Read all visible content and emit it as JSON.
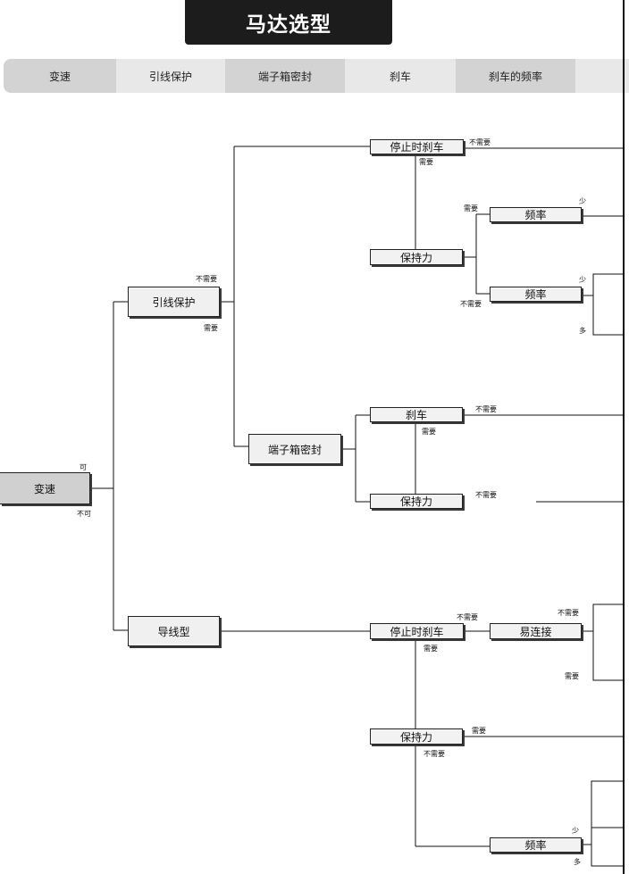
{
  "title": "马达选型",
  "tabs": [
    {
      "label": "变速",
      "bg": "#d3d3d3"
    },
    {
      "label": "引线保护",
      "bg": "#e8e8e8"
    },
    {
      "label": "端子箱密封",
      "bg": "#d3d3d3"
    },
    {
      "label": "刹车",
      "bg": "#e8e8e8"
    },
    {
      "label": "刹车的频率",
      "bg": "#d3d3d3"
    },
    {
      "label": "",
      "bg": "#e8e8e8"
    }
  ],
  "nodes": {
    "biansu": "变速",
    "yinxian_baohu": "引线保护",
    "duanzixiang_mifeng": "端子箱密封",
    "daoxianxing": "导线型",
    "tingzhi_shache_1": "停止时刹车",
    "pinlv_1": "频率",
    "baochili_1": "保持力",
    "pinlv_2": "频率",
    "shache": "刹车",
    "baochili_2": "保持力",
    "tingzhi_shache_2": "停止时刹车",
    "yi_lianjie": "易连接",
    "baochili_3": "保持力",
    "pinlv_3": "频率"
  },
  "labels": {
    "ke": "可",
    "buke": "不可",
    "buxuyao_1": "不需要",
    "xuyao_1": "需要",
    "buxuyao_2": "不需要",
    "xuyao_2": "需要",
    "xuyao_3": "需要",
    "shao_1": "少",
    "buxuyao_3": "不需要",
    "shao_2": "少",
    "duo_1": "多",
    "buxuyao_4": "不需要",
    "xuyao_4": "需要",
    "buxuyao_5": "不需要",
    "buxuyao_6": "不需要",
    "xuyao_5": "需要",
    "buxuyao_7": "不需要",
    "xuyao_6": "需要",
    "xuyao_7": "需要",
    "buxuyao_8": "不需要",
    "shao_3": "少",
    "duo_2": "多"
  }
}
